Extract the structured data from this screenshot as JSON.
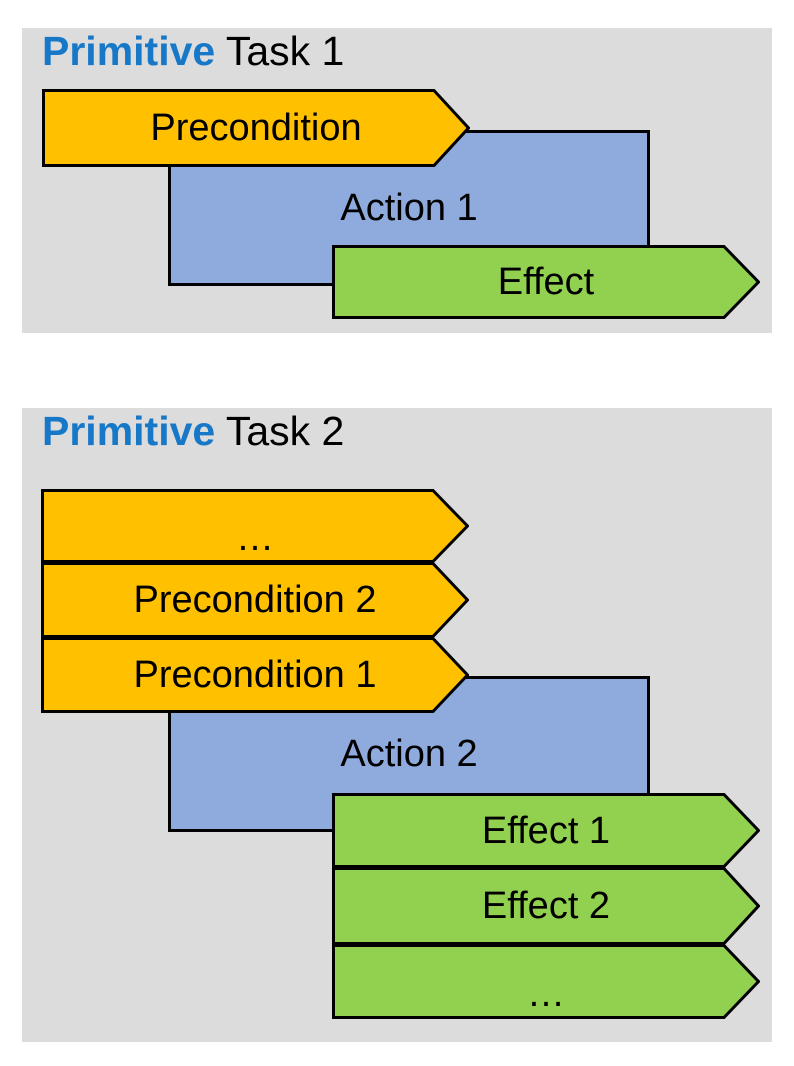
{
  "diagram": {
    "background_color": "#ffffff",
    "panel_color": "#dcdcdc",
    "precondition_color": "#ffc000",
    "action_color": "#8faadc",
    "effect_color": "#92d050",
    "keyword_color": "#1878c8",
    "outline_color": "#000000"
  },
  "panels": [
    {
      "title_keyword": "Primitive",
      "title_rest": " Task 1",
      "preconditions": [
        {
          "label": "Precondition"
        }
      ],
      "action": {
        "label": "Action 1"
      },
      "effects": [
        {
          "label": "Effect"
        }
      ]
    },
    {
      "title_keyword": "Primitive",
      "title_rest": " Task 2",
      "preconditions": [
        {
          "label": "…"
        },
        {
          "label": "Precondition 2"
        },
        {
          "label": "Precondition 1"
        }
      ],
      "action": {
        "label": "Action 2"
      },
      "effects": [
        {
          "label": "Effect 1"
        },
        {
          "label": "Effect 2"
        },
        {
          "label": "…"
        }
      ]
    }
  ]
}
